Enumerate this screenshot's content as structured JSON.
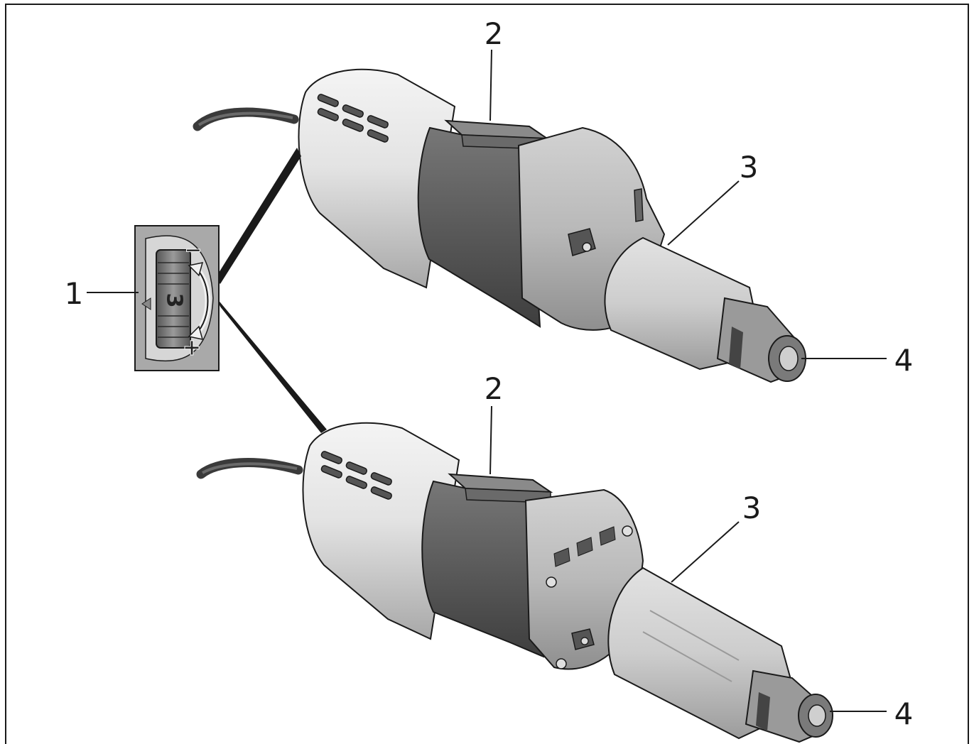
{
  "figure": {
    "callouts": [
      {
        "id": "1",
        "label": "1"
      },
      {
        "id": "2-top",
        "label": "2"
      },
      {
        "id": "3-top",
        "label": "3"
      },
      {
        "id": "4-top",
        "label": "4"
      },
      {
        "id": "2-bottom",
        "label": "2"
      },
      {
        "id": "3-bottom",
        "label": "3"
      },
      {
        "id": "4-bottom",
        "label": "4"
      }
    ],
    "dial": {
      "setting": "3",
      "minus_symbol": "−",
      "plus_symbol": "+"
    }
  },
  "colors": {
    "ink": "#1a1a1a",
    "housing_light": "#e6e6e6",
    "housing_mid": "#bdbdbd",
    "grip_dark": "#5c5c5c",
    "metal": "#9a9a9a"
  }
}
